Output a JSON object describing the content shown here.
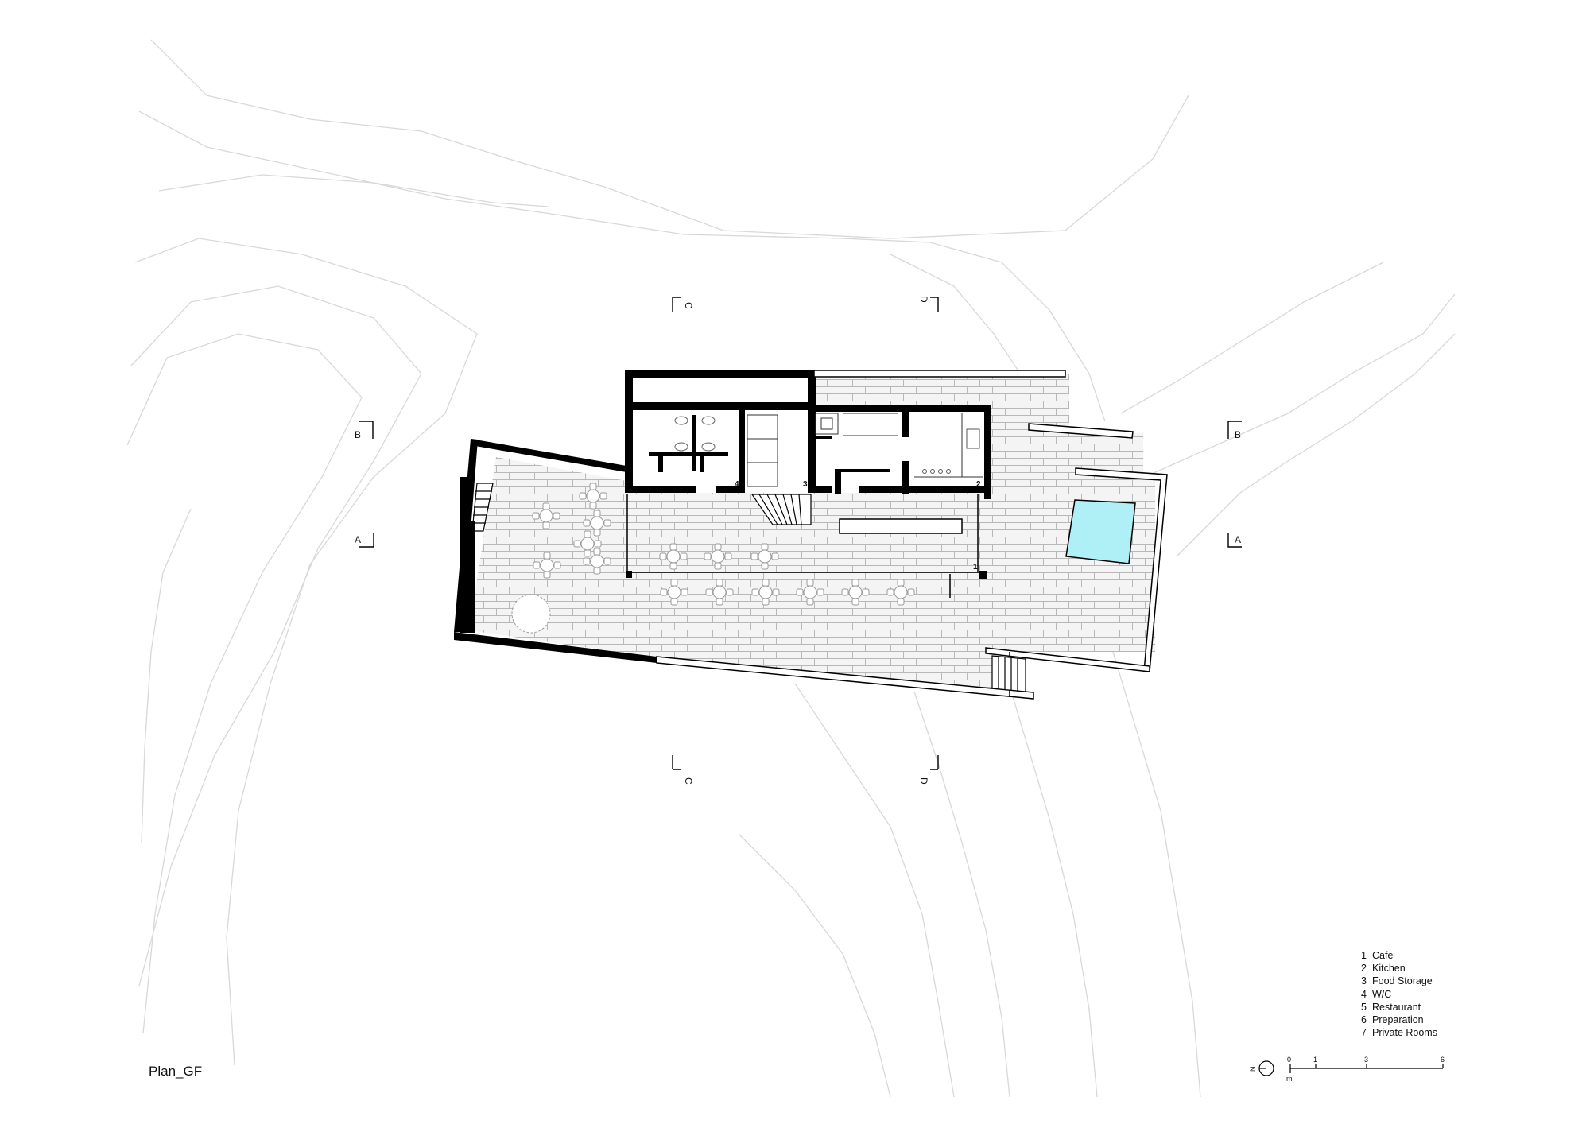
{
  "drawing": {
    "title": "Plan_GF",
    "legend": [
      {
        "num": "1",
        "label": "Cafe"
      },
      {
        "num": "2",
        "label": "Kitchen"
      },
      {
        "num": "3",
        "label": "Food Storage"
      },
      {
        "num": "4",
        "label": "W/C"
      },
      {
        "num": "5",
        "label": "Restaurant"
      },
      {
        "num": "6",
        "label": "Preparation"
      },
      {
        "num": "7",
        "label": "Private Rooms"
      }
    ],
    "room_tags": {
      "cafe": "1",
      "kitchen": "2",
      "storage": "3",
      "wc": "4"
    },
    "section_markers": {
      "a": "A",
      "b": "B",
      "c": "C",
      "d": "D"
    },
    "north_label": "N",
    "scale": {
      "ticks": [
        "0",
        "1",
        "3",
        "6"
      ],
      "unit": "m"
    }
  },
  "colors": {
    "pool": "#aef0f5",
    "walls": "#000000",
    "paving": "#f4f4f4",
    "contours": "#d8d8d8"
  }
}
